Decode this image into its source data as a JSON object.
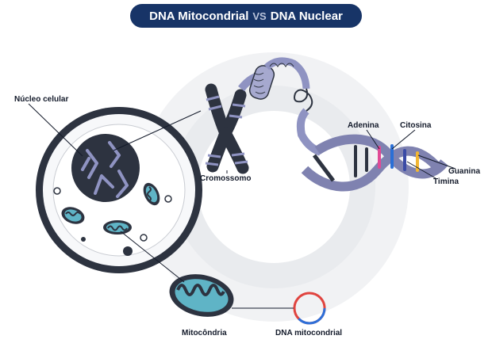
{
  "title": {
    "left": "DNA Mitocondrial",
    "vs": "VS",
    "right": "DNA Nuclear"
  },
  "labels": {
    "nucleus": "Núcleo celular",
    "chromosome": "Cromossomo",
    "mitochondrion": "Mitocôndria",
    "mtdna": "DNA mitocondrial",
    "adenine": "Adenina",
    "cytosine": "Citosina",
    "guanine": "Guanina",
    "thymine": "Timina"
  },
  "colors": {
    "navy": "#173467",
    "dark": "#2d3340",
    "purple": "#7f82b0",
    "light_purple": "#a6a9cf",
    "teal": "#5fb4c6",
    "ring": "#eceef1",
    "adenine": "#e04a96",
    "cytosine": "#2a6fd6",
    "guanine": "#f2b632",
    "thymine": "#3a4ba6",
    "mtdna_red": "#e0443f",
    "mtdna_blue": "#2d6fd8"
  }
}
